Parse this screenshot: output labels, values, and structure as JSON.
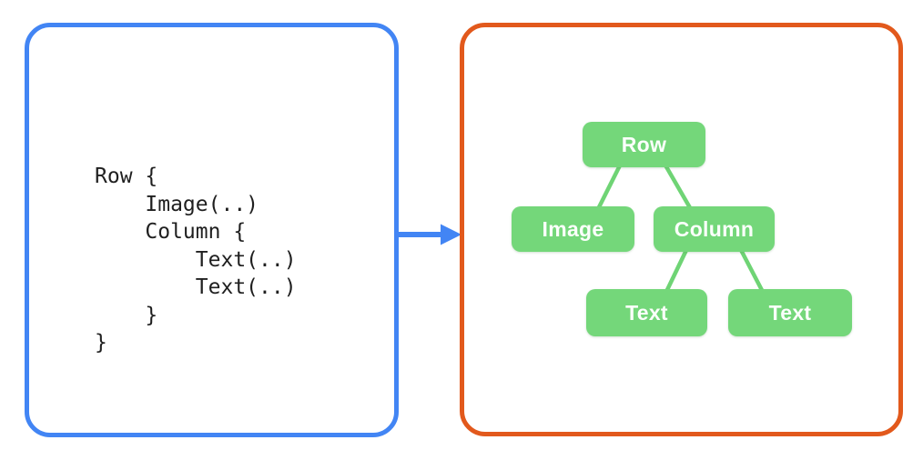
{
  "code_panel": {
    "lines": [
      "Row {",
      "    Image(..)",
      "    Column {",
      "        Text(..)",
      "        Text(..)",
      "    }",
      "}"
    ]
  },
  "tree_panel": {
    "nodes": [
      {
        "id": "row",
        "label": "Row",
        "level": 0
      },
      {
        "id": "image",
        "label": "Image",
        "level": 1
      },
      {
        "id": "column",
        "label": "Column",
        "level": 1
      },
      {
        "id": "text-1",
        "label": "Text",
        "level": 2
      },
      {
        "id": "text-2",
        "label": "Text",
        "level": 2
      }
    ],
    "edges": [
      {
        "from": "row",
        "to": "image"
      },
      {
        "from": "row",
        "to": "column"
      },
      {
        "from": "column",
        "to": "text-1"
      },
      {
        "from": "column",
        "to": "text-2"
      }
    ]
  },
  "colors": {
    "code_panel_border": "#4285F4",
    "tree_panel_border": "#E2591C",
    "arrow": "#4285F4",
    "node_fill": "#74D77A",
    "node_text": "#FBFFFB",
    "edge": "#6FD475",
    "code_text": "#1F1F1F"
  }
}
